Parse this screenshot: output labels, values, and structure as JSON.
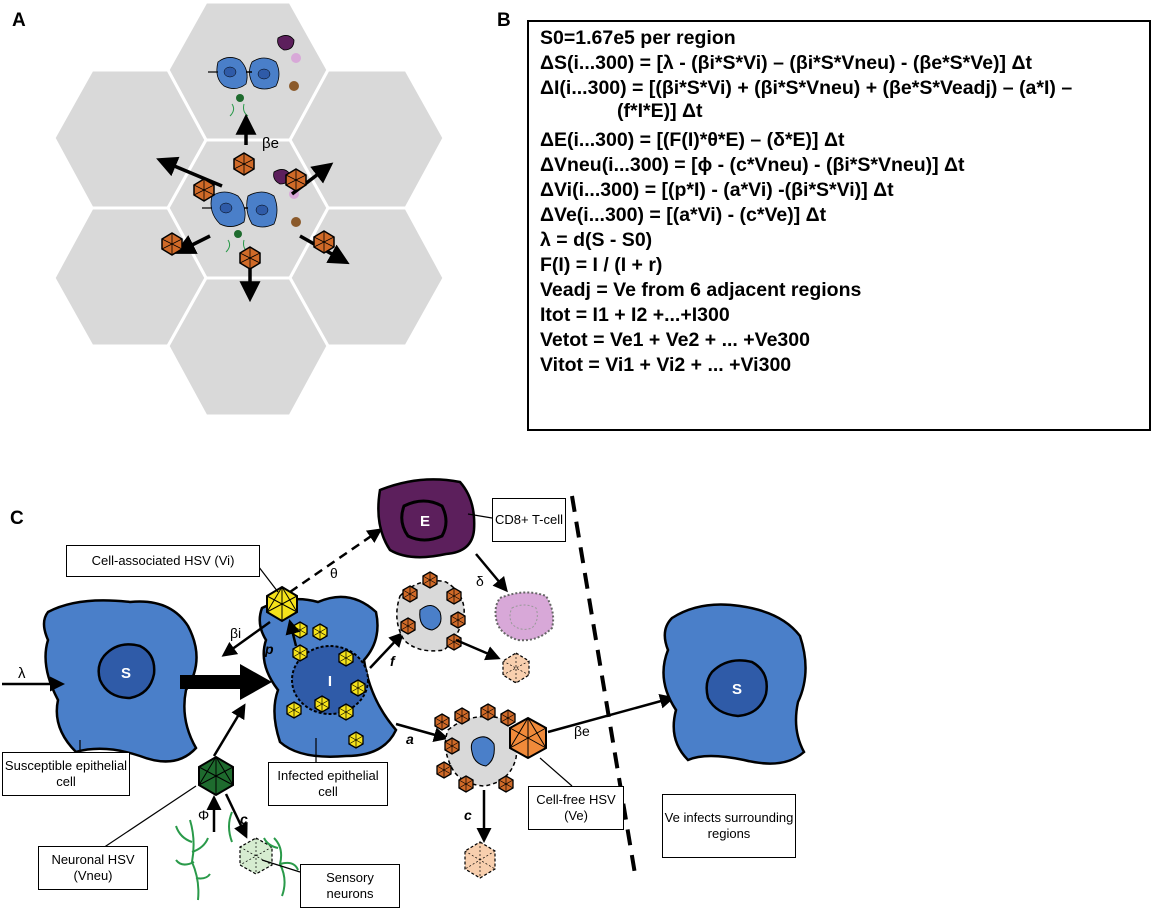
{
  "panels": {
    "a": "A",
    "b": "B",
    "c": "C"
  },
  "panel_a": {
    "beta_e_label": "βe"
  },
  "equations": {
    "s0": "S0=1.67e5 per region",
    "lambda": "λ = d(S - S0)",
    "f_of_i": "F(I) = I / (I + r)",
    "v_eadj": "Veadj = Ve from 6 adjacent regions",
    "i_tot": "Itot = I1 + I2 +...+I300",
    "v_etot": "Vetot = Ve1 + Ve2 + ... +Ve300",
    "v_itot": "Vitot = Vi1 + Vi2 + ... +Vi300",
    "delta_s": "ΔS(i...300) = [λ - (βi*S*Vi) – (βi*S*Vneu) - (βe*S*Ve)] Δt",
    "delta_i": "ΔI(i...300) = [(βi*S*Vi) + (βi*S*Vneu) + (βe*S*Veadj) – (a*I) – (f*I*E)] Δt",
    "delta_e": "ΔE(i...300) = [(F(I)*θ*E) – (δ*E)] Δt",
    "delta_vneu": "ΔVneu(i...300) = [ϕ - (c*Vneu) - (βi*S*Vneu)] Δt",
    "delta_vi": "ΔVi(i...300) = [(p*I) - (a*Vi) -(βi*S*Vi)] Δt",
    "delta_ve": "ΔVe(i...300) = [(a*Vi) - (c*Ve)] Δt"
  },
  "panel_c": {
    "cell_s_label": "S",
    "cell_i_label": "I",
    "cell_e_label": "E",
    "cell_s2_label": "S",
    "lambda": "λ",
    "beta_i": "βi",
    "beta_e": "βe",
    "theta": "θ",
    "delta": "δ",
    "p": "p",
    "f": "f",
    "a": "a",
    "c1": "c",
    "c2": "c",
    "phi": "Φ",
    "labels": {
      "cell_associated": "Cell-associated HSV (Vi)",
      "cd8": "CD8+ T-cell",
      "susceptible": "Susceptible epithelial cell",
      "infected": "Infected epithelial cell",
      "neuronal": "Neuronal HSV (Vneu)",
      "sensory": "Sensory neurons",
      "cell_free": "Cell-free HSV (Ve)",
      "ve_infects": "Ve infects surrounding regions"
    }
  },
  "colors": {
    "hex_fill": "#d9d9d9",
    "cell_blue": "#4a7fc9",
    "nucleus_blue": "#2f5ba8",
    "tcell_purple": "#5c1f5c",
    "dead_tcell": "#d8a8d8",
    "virus_yellow": "#f5e21a",
    "virus_orange": "#f08a3a",
    "virus_brown": "#d06a28",
    "virus_green": "#1e6b2e",
    "neuron_green": "#2a9a4a",
    "pale_virus": "#f8cfae"
  }
}
